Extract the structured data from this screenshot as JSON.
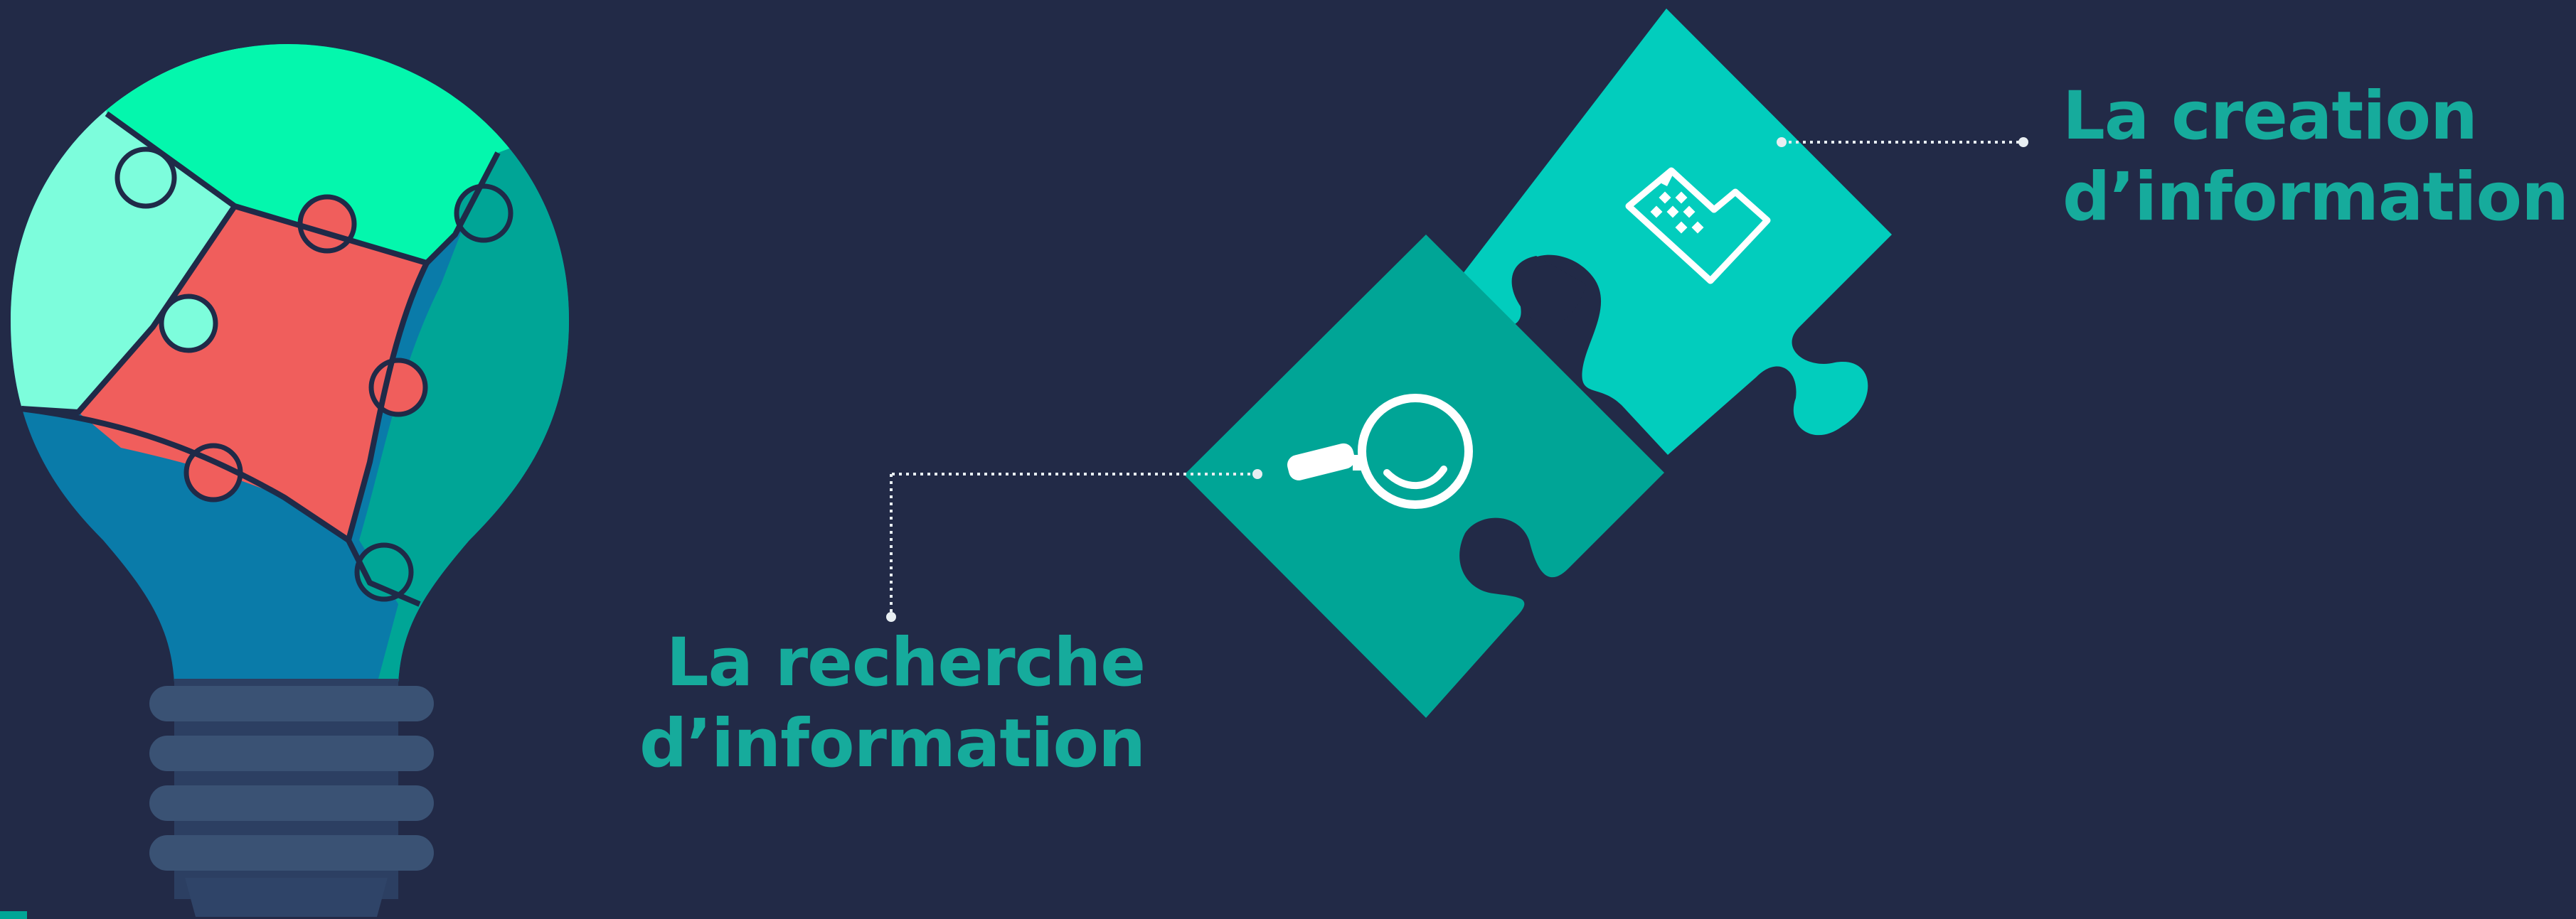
{
  "labels": {
    "creation": {
      "line1": "La creation",
      "line2": "d’information"
    },
    "recherche": {
      "line1": "La recherche",
      "line2": "d’information"
    }
  },
  "icons": {
    "bulb": "lightbulb-puzzle-icon",
    "creation": "building-icon",
    "recherche": "magnifying-glass-icon"
  },
  "colors": {
    "background": "#222a47",
    "label_text": "#16ab9c",
    "puzzle_creation": "#02cdbd",
    "puzzle_recherche": "#00a596",
    "bulb_top": "#04f7ad",
    "bulb_left": "#7dfddc",
    "bulb_center": "#f05e5c",
    "bulb_right": "#00a596",
    "bulb_bottom": "#0a7ba9",
    "bulb_base": "#3a5274",
    "connector": "#e8eef2",
    "outline": "#1f2a48"
  }
}
